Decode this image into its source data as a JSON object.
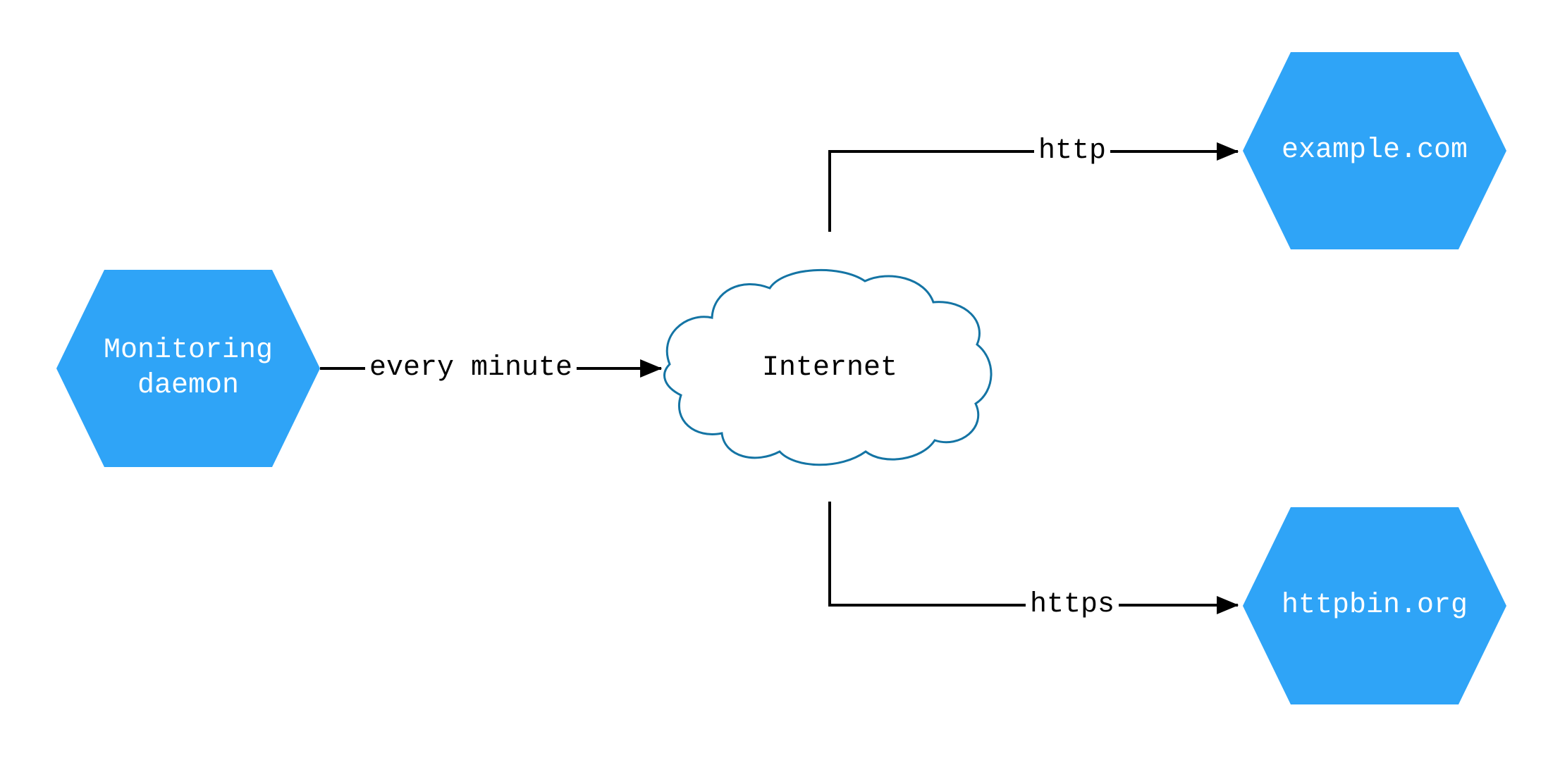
{
  "diagram": {
    "type": "network-monitoring-diagram",
    "background_color": "#ffffff",
    "edge_color": "#000000",
    "nodes": {
      "monitoring_daemon": {
        "label": "Monitoring\ndaemon",
        "shape": "hexagon",
        "fill": "#2fa4f7",
        "text_color": "#ffffff"
      },
      "internet": {
        "label": "Internet",
        "shape": "cloud",
        "fill": "#ffffff",
        "stroke": "#1474a4",
        "text_color": "#000000"
      },
      "example_com": {
        "label": "example.com",
        "shape": "hexagon",
        "fill": "#2fa4f7",
        "text_color": "#ffffff"
      },
      "httpbin_org": {
        "label": "httpbin.org",
        "shape": "hexagon",
        "fill": "#2fa4f7",
        "text_color": "#ffffff"
      }
    },
    "edges": [
      {
        "from": "monitoring_daemon",
        "to": "internet",
        "label": "every minute",
        "color": "#000000"
      },
      {
        "from": "internet",
        "to": "example_com",
        "label": "http",
        "color": "#000000"
      },
      {
        "from": "internet",
        "to": "httpbin_org",
        "label": "https",
        "color": "#000000"
      }
    ]
  }
}
